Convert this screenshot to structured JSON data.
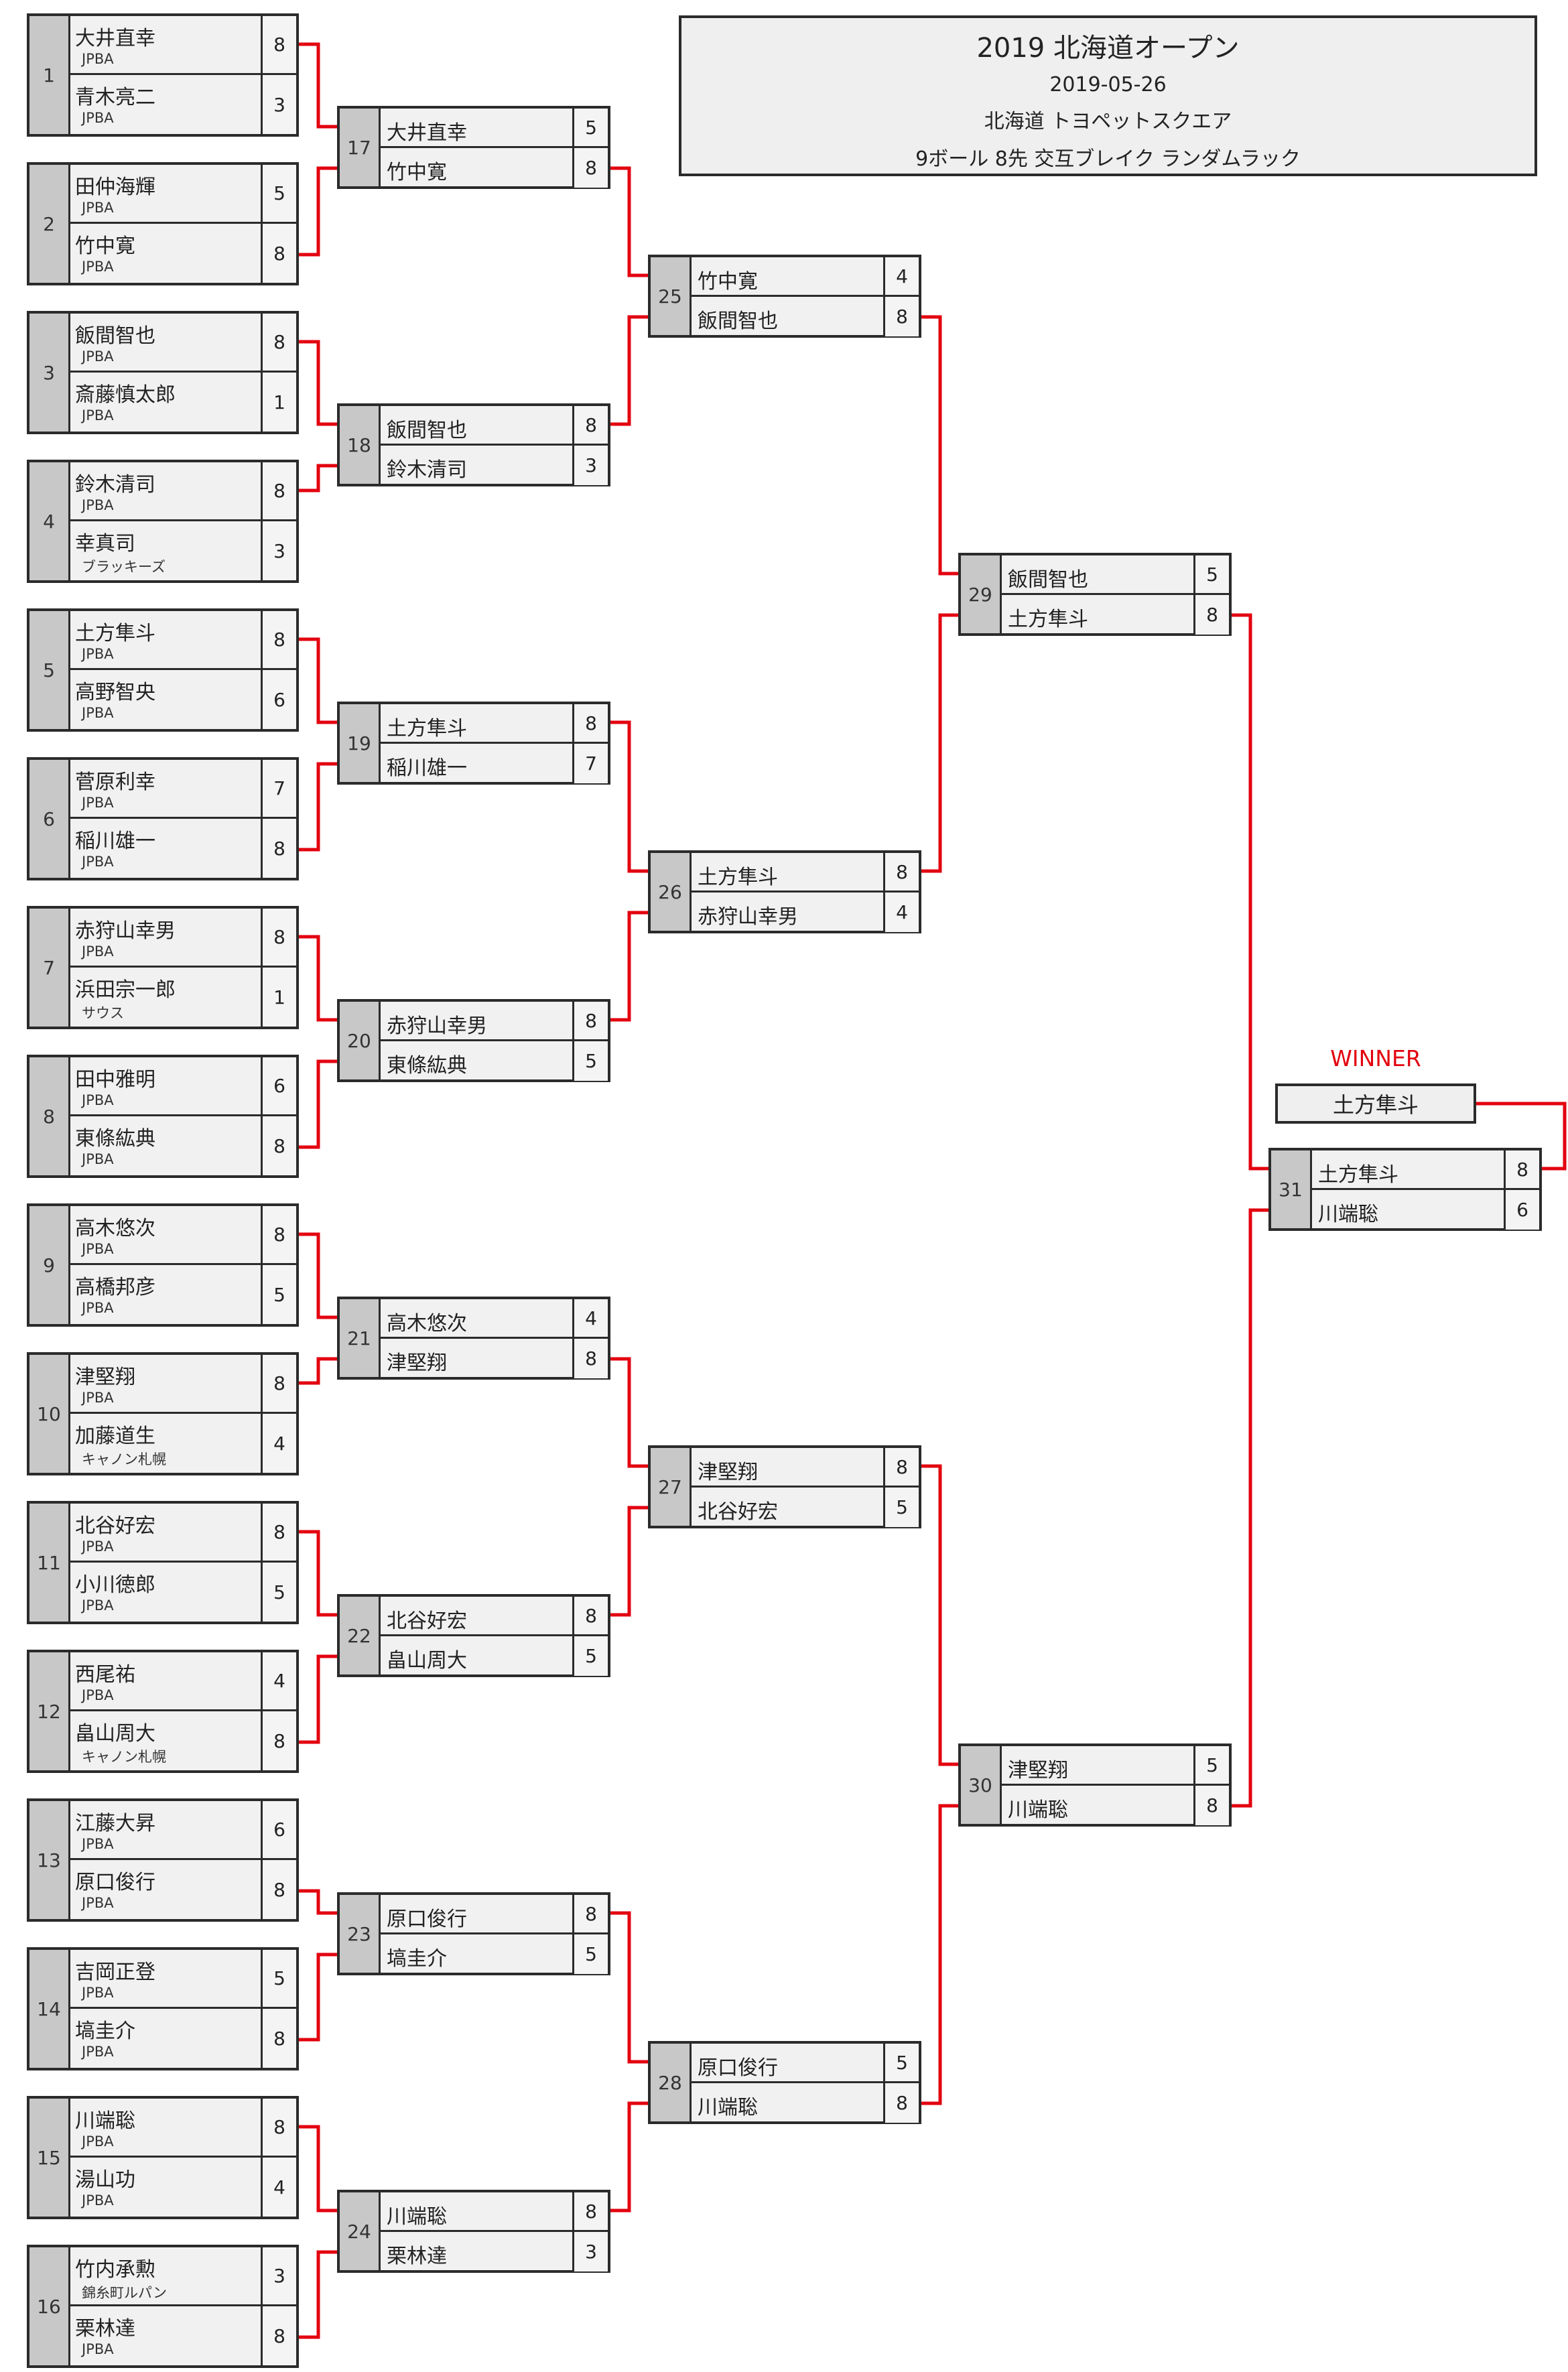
{
  "header": {
    "title": "2019 北海道オープン",
    "date": "2019-05-26",
    "venue": "北海道 トヨペットスクエア",
    "rules": "9ボール 8先 交互ブレイク ランダムラック"
  },
  "winner_label": "WINNER",
  "winner": "土方隼斗",
  "line_color": "#e3000f",
  "first_round": [
    {
      "no": "1",
      "p1": {
        "name": "大井直幸",
        "aff": "JPBA",
        "score": "8"
      },
      "p2": {
        "name": "青木亮二",
        "aff": "JPBA",
        "score": "3"
      }
    },
    {
      "no": "2",
      "p1": {
        "name": "田仲海輝",
        "aff": "JPBA",
        "score": "5"
      },
      "p2": {
        "name": "竹中寛",
        "aff": "JPBA",
        "score": "8"
      }
    },
    {
      "no": "3",
      "p1": {
        "name": "飯間智也",
        "aff": "JPBA",
        "score": "8"
      },
      "p2": {
        "name": "斎藤慎太郎",
        "aff": "JPBA",
        "score": "1"
      }
    },
    {
      "no": "4",
      "p1": {
        "name": "鈴木清司",
        "aff": "JPBA",
        "score": "8"
      },
      "p2": {
        "name": "幸真司",
        "aff": "ブラッキーズ",
        "score": "3"
      }
    },
    {
      "no": "5",
      "p1": {
        "name": "土方隼斗",
        "aff": "JPBA",
        "score": "8"
      },
      "p2": {
        "name": "高野智央",
        "aff": "JPBA",
        "score": "6"
      }
    },
    {
      "no": "6",
      "p1": {
        "name": "菅原利幸",
        "aff": "JPBA",
        "score": "7"
      },
      "p2": {
        "name": "稲川雄一",
        "aff": "JPBA",
        "score": "8"
      }
    },
    {
      "no": "7",
      "p1": {
        "name": "赤狩山幸男",
        "aff": "JPBA",
        "score": "8"
      },
      "p2": {
        "name": "浜田宗一郎",
        "aff": "サウス",
        "score": "1"
      }
    },
    {
      "no": "8",
      "p1": {
        "name": "田中雅明",
        "aff": "JPBA",
        "score": "6"
      },
      "p2": {
        "name": "東條紘典",
        "aff": "JPBA",
        "score": "8"
      }
    },
    {
      "no": "9",
      "p1": {
        "name": "高木悠次",
        "aff": "JPBA",
        "score": "8"
      },
      "p2": {
        "name": "高橋邦彦",
        "aff": "JPBA",
        "score": "5"
      }
    },
    {
      "no": "10",
      "p1": {
        "name": "津堅翔",
        "aff": "JPBA",
        "score": "8"
      },
      "p2": {
        "name": "加藤道生",
        "aff": "キャノン札幌",
        "score": "4"
      }
    },
    {
      "no": "11",
      "p1": {
        "name": "北谷好宏",
        "aff": "JPBA",
        "score": "8"
      },
      "p2": {
        "name": "小川徳郎",
        "aff": "JPBA",
        "score": "5"
      }
    },
    {
      "no": "12",
      "p1": {
        "name": "西尾祐",
        "aff": "JPBA",
        "score": "4"
      },
      "p2": {
        "name": "畠山周大",
        "aff": "キャノン札幌",
        "score": "8"
      }
    },
    {
      "no": "13",
      "p1": {
        "name": "江藤大昇",
        "aff": "JPBA",
        "score": "6"
      },
      "p2": {
        "name": "原口俊行",
        "aff": "JPBA",
        "score": "8"
      }
    },
    {
      "no": "14",
      "p1": {
        "name": "吉岡正登",
        "aff": "JPBA",
        "score": "5"
      },
      "p2": {
        "name": "塙圭介",
        "aff": "JPBA",
        "score": "8"
      }
    },
    {
      "no": "15",
      "p1": {
        "name": "川端聡",
        "aff": "JPBA",
        "score": "8"
      },
      "p2": {
        "name": "湯山功",
        "aff": "JPBA",
        "score": "4"
      }
    },
    {
      "no": "16",
      "p1": {
        "name": "竹内承勲",
        "aff": "錦糸町ルパン",
        "score": "3"
      },
      "p2": {
        "name": "栗林達",
        "aff": "JPBA",
        "score": "8"
      }
    }
  ],
  "later_rounds": [
    {
      "no": "17",
      "p1": {
        "name": "大井直幸",
        "score": "5"
      },
      "p2": {
        "name": "竹中寛",
        "score": "8"
      }
    },
    {
      "no": "18",
      "p1": {
        "name": "飯間智也",
        "score": "8"
      },
      "p2": {
        "name": "鈴木清司",
        "score": "3"
      }
    },
    {
      "no": "19",
      "p1": {
        "name": "土方隼斗",
        "score": "8"
      },
      "p2": {
        "name": "稲川雄一",
        "score": "7"
      }
    },
    {
      "no": "20",
      "p1": {
        "name": "赤狩山幸男",
        "score": "8"
      },
      "p2": {
        "name": "東條紘典",
        "score": "5"
      }
    },
    {
      "no": "21",
      "p1": {
        "name": "高木悠次",
        "score": "4"
      },
      "p2": {
        "name": "津堅翔",
        "score": "8"
      }
    },
    {
      "no": "22",
      "p1": {
        "name": "北谷好宏",
        "score": "8"
      },
      "p2": {
        "name": "畠山周大",
        "score": "5"
      }
    },
    {
      "no": "23",
      "p1": {
        "name": "原口俊行",
        "score": "8"
      },
      "p2": {
        "name": "塙圭介",
        "score": "5"
      }
    },
    {
      "no": "24",
      "p1": {
        "name": "川端聡",
        "score": "8"
      },
      "p2": {
        "name": "栗林達",
        "score": "3"
      }
    },
    {
      "no": "25",
      "p1": {
        "name": "竹中寛",
        "score": "4"
      },
      "p2": {
        "name": "飯間智也",
        "score": "8"
      }
    },
    {
      "no": "26",
      "p1": {
        "name": "土方隼斗",
        "score": "8"
      },
      "p2": {
        "name": "赤狩山幸男",
        "score": "4"
      }
    },
    {
      "no": "27",
      "p1": {
        "name": "津堅翔",
        "score": "8"
      },
      "p2": {
        "name": "北谷好宏",
        "score": "5"
      }
    },
    {
      "no": "28",
      "p1": {
        "name": "原口俊行",
        "score": "5"
      },
      "p2": {
        "name": "川端聡",
        "score": "8"
      }
    },
    {
      "no": "29",
      "p1": {
        "name": "飯間智也",
        "score": "5"
      },
      "p2": {
        "name": "土方隼斗",
        "score": "8"
      }
    },
    {
      "no": "30",
      "p1": {
        "name": "津堅翔",
        "score": "5"
      },
      "p2": {
        "name": "川端聡",
        "score": "8"
      }
    },
    {
      "no": "31",
      "p1": {
        "name": "土方隼斗",
        "score": "8"
      },
      "p2": {
        "name": "川端聡",
        "score": "6"
      }
    }
  ]
}
